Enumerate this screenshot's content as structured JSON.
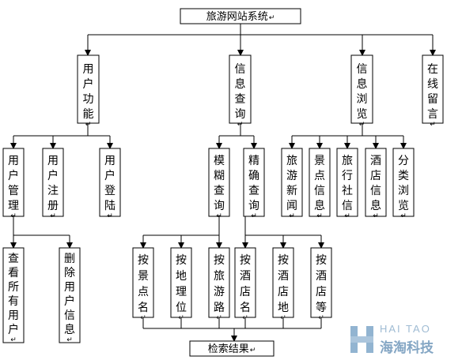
{
  "title_box": {
    "text": "旅游网站系统",
    "mark": "↵"
  },
  "level1": {
    "user_functions": "用户功能",
    "info_query": "信息查询",
    "info_browse": "信息浏览",
    "online_message": "在线留言"
  },
  "level2": {
    "user_management": "用户管理",
    "user_register": "用户注册",
    "user_login": "用户登陆",
    "fuzzy_query": "模糊查询",
    "exact_query": "精确查询",
    "travel_news": "旅游新闻",
    "scenic_info": "景点信息",
    "travel_agency": "旅行社信",
    "hotel_info": "酒店信息",
    "category_browse": "分类浏览"
  },
  "level3": {
    "view_all_users": "查看所有用户",
    "delete_user_info": "删除用户信息",
    "by_scenic_name": "按景点名",
    "by_location": "按地理位",
    "by_travel_route": "按旅游路",
    "by_hotel_name": "按酒店名",
    "by_hotel_address": "按酒店地",
    "by_hotel_grade": "按酒店等"
  },
  "result_box": {
    "text": "检索结果",
    "mark": "↵"
  },
  "box_mark": "↵",
  "watermark": {
    "latin": "HAI TAO",
    "chinese": "海淘科技"
  }
}
